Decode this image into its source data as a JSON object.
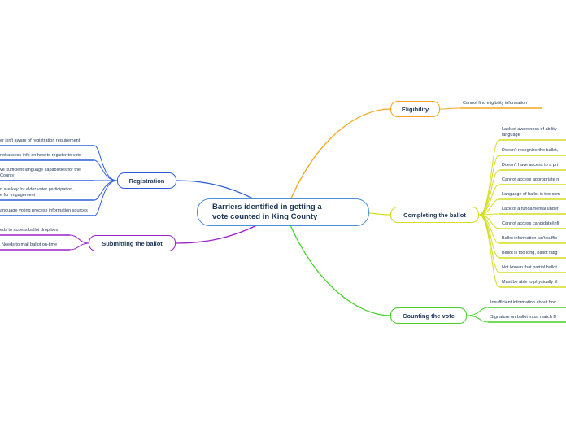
{
  "central_topic": "Barriers identified in getting a\nvote counted in King County",
  "colors": {
    "central_border": "#4a90d9",
    "eligibility": "#f5a623",
    "registration": "#2e5fd8",
    "submitting": "#9b22c9",
    "completing": "#d4dd20",
    "counting": "#45d12a"
  },
  "branches": {
    "eligibility": {
      "label": "Eligibility",
      "items": [
        "Cannot find eligibility information"
      ]
    },
    "registration": {
      "label": "Registration",
      "items": [
        "er isn't aware of registration requirement",
        "not access info on how to register to vote",
        "ve sufficient language capabilities for the\nCounty",
        "n are key for elder voter participation,\ne for engagement",
        "anguage voting process information sources"
      ]
    },
    "submitting": {
      "label": "Submitting the ballot",
      "items": [
        "eds to access ballot drop box",
        "Needs to mail ballot on-time"
      ]
    },
    "completing": {
      "label": "Completing the ballot",
      "items": [
        "Lack of awareness of ability\nlanguage",
        "Doesn't recognize the ballot,",
        "Doesn't have access to a pri",
        "Cannot access appropriate n",
        "Language of ballot is too com",
        "Lack of a fundamental under",
        "Cannot access candidate/infi",
        "Ballot information isn't suffic",
        "Ballot is too long, ballot fatig",
        "Not known that partial ballot",
        "Must be able to physically fil"
      ]
    },
    "counting": {
      "label": "Counting the vote",
      "items": [
        "Insufficient information about hov",
        "Signature on ballot must match D"
      ]
    }
  }
}
